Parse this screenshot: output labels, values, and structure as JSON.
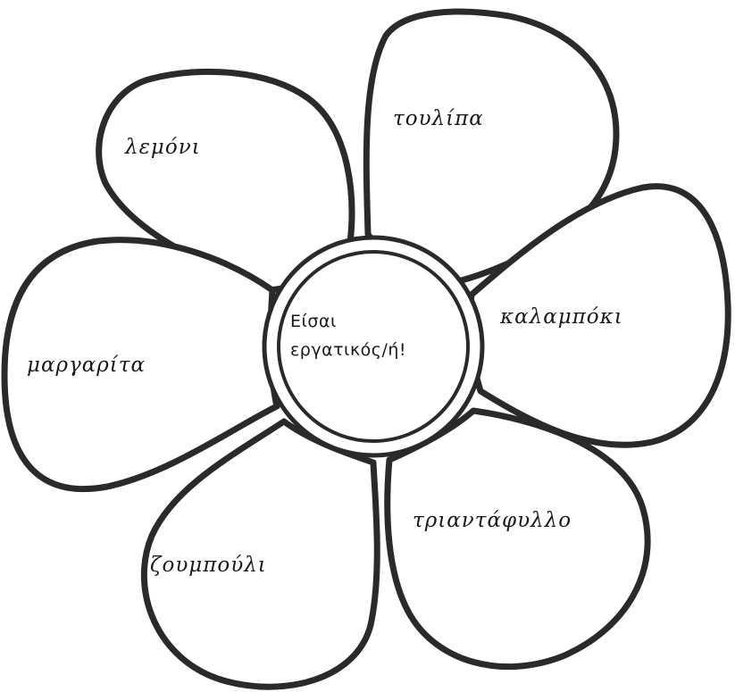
{
  "center": {
    "line1": "Είσαι",
    "line2": "εργατικός/ή!"
  },
  "petals": [
    {
      "label": "λεμόνι"
    },
    {
      "label": "τουλίπα"
    },
    {
      "label": "καλαμπόκι"
    },
    {
      "label": "τριαντάφυλλο"
    },
    {
      "label": "ζουμπούλι"
    },
    {
      "label": "μαργαρίτα"
    }
  ],
  "colors": {
    "outline": "#2a2a2a",
    "background": "#ffffff"
  }
}
